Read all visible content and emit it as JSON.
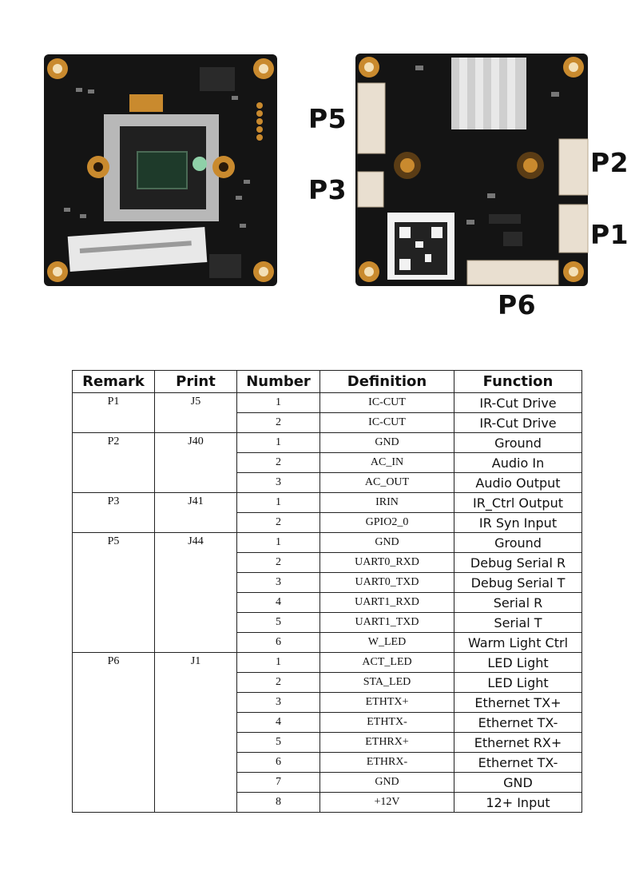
{
  "labels": {
    "p5": "P5",
    "p3": "P3",
    "p2": "P2",
    "p1": "P1",
    "p6": "P6"
  },
  "board_colors": {
    "pcb": "#141414",
    "pad": "#c98a2e",
    "holder": "#b8b8b8",
    "label": "#e8e8e8"
  },
  "table": {
    "headers": [
      "Remark",
      "Print",
      "Number",
      "Definition",
      "Function"
    ],
    "groups": [
      {
        "remark": "P1",
        "print": "J5",
        "rows": [
          {
            "number": "1",
            "definition": "IC-CUT",
            "function": "IR-Cut Drive"
          },
          {
            "number": "2",
            "definition": "IC-CUT",
            "function": "IR-Cut Drive"
          }
        ]
      },
      {
        "remark": "P2",
        "print": "J40",
        "rows": [
          {
            "number": "1",
            "definition": "GND",
            "function": "Ground"
          },
          {
            "number": "2",
            "definition": "AC_IN",
            "function": "Audio In"
          },
          {
            "number": "3",
            "definition": "AC_OUT",
            "function": "Audio Output"
          }
        ]
      },
      {
        "remark": "P3",
        "print": "J41",
        "rows": [
          {
            "number": "1",
            "definition": "IRIN",
            "function": "IR_Ctrl Output"
          },
          {
            "number": "2",
            "definition": "GPIO2_0",
            "function": "IR Syn Input"
          }
        ]
      },
      {
        "remark": "P5",
        "print": "J44",
        "rows": [
          {
            "number": "1",
            "definition": "GND",
            "function": "Ground"
          },
          {
            "number": "2",
            "definition": "UART0_RXD",
            "function": "Debug Serial R"
          },
          {
            "number": "3",
            "definition": "UART0_TXD",
            "function": "Debug Serial T"
          },
          {
            "number": "4",
            "definition": "UART1_RXD",
            "function": "Serial R"
          },
          {
            "number": "5",
            "definition": "UART1_TXD",
            "function": "Serial T"
          },
          {
            "number": "6",
            "definition": "W_LED",
            "function": "Warm Light Ctrl"
          }
        ]
      },
      {
        "remark": "P6",
        "print": "J1",
        "rows": [
          {
            "number": "1",
            "definition": "ACT_LED",
            "function": "LED Light"
          },
          {
            "number": "2",
            "definition": "STA_LED",
            "function": "LED Light"
          },
          {
            "number": "3",
            "definition": "ETHTX+",
            "function": "Ethernet TX+"
          },
          {
            "number": "4",
            "definition": "ETHTX-",
            "function": "Ethernet TX-"
          },
          {
            "number": "5",
            "definition": "ETHRX+",
            "function": "Ethernet RX+"
          },
          {
            "number": "6",
            "definition": "ETHRX-",
            "function": "Ethernet TX-"
          },
          {
            "number": "7",
            "definition": "GND",
            "function": "GND"
          },
          {
            "number": "8",
            "definition": "+12V",
            "function": "12+ Input"
          }
        ]
      }
    ]
  }
}
